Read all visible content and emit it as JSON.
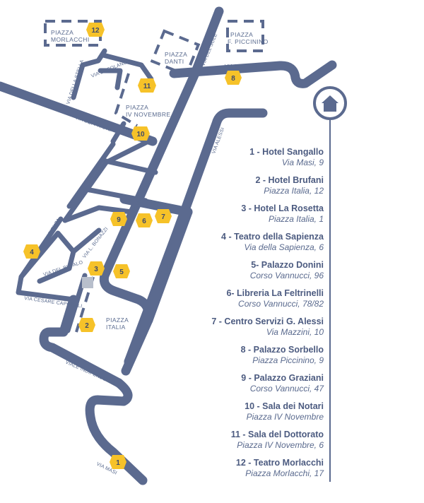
{
  "colors": {
    "road": "#5b6a8f",
    "marker": "#f6c229",
    "marker_text": "#3f4a6b",
    "text": "#4c5b80"
  },
  "icons": {
    "home": "home-icon"
  },
  "streets": {
    "via_del_sole": "VIA DEL SOLE",
    "via_bontempi": "VIA BONTEMPI",
    "via_dei_priori": "VIA DEI PRIORI",
    "via_della_stella": "VIA DELLA STELLA",
    "via_ercolano": "VIA ERCOLANO",
    "via_alessi": "VIA ALESSI",
    "corso_vannucci": "CORSO VANNUCCI",
    "via_mazzini": "VIA MAZZINI",
    "via_baglioni": "VIA BAGLIONI",
    "via_della_sapienza": "VIA DELLA SAPIENZA",
    "via_del_bufalo": "VIA DEL BUFALO",
    "via_l_bonazzi": "VIA L. BONAZZI",
    "via_cesare_caporali": "VIA CESARE CAPORALI",
    "viale_indipendenza": "VIALE INDIPENDENZA",
    "via_masi": "VIA MASI"
  },
  "piazze": {
    "morlacchi": [
      "PIAZZA",
      "MORLACCHI"
    ],
    "danti": [
      "PIAZZA",
      "DANTI"
    ],
    "piccinino": [
      "PIAZZA",
      "F. PICCININO"
    ],
    "iv_novembre": [
      "PIAZZA",
      "IV NOVEMBRE"
    ],
    "italia": [
      "PIAZZA",
      "ITALIA"
    ]
  },
  "markers": {
    "m1": "1",
    "m2": "2",
    "m3": "3",
    "m4": "4",
    "m5": "5",
    "m6": "6",
    "m7": "7",
    "m8": "8",
    "m9": "9",
    "m10": "10",
    "m11": "11",
    "m12": "12"
  },
  "legend": [
    {
      "name": "1 - Hotel Sangallo",
      "address": "Via Masi, 9"
    },
    {
      "name": "2 - Hotel Brufani",
      "address": "Piazza Italia, 12"
    },
    {
      "name": "3 - Hotel La Rosetta",
      "address": "Piazza Italia, 1"
    },
    {
      "name": "4 - Teatro della Sapienza",
      "address": "Via della Sapienza, 6"
    },
    {
      "name": "5- Palazzo Donini",
      "address": "Corso Vannucci, 96"
    },
    {
      "name": "6- Libreria La Feltrinelli",
      "address": "Corso Vannucci, 78/82"
    },
    {
      "name": "7 - Centro Servizi G. Alessi",
      "address": "Via Mazzini, 10"
    },
    {
      "name": "8 - Palazzo Sorbello",
      "address": "Piazza Piccinino, 9"
    },
    {
      "name": "9 - Palazzo Graziani",
      "address": "Corso Vannucci, 47"
    },
    {
      "name": "10 - Sala dei Notari",
      "address": "Piazza IV Novembre"
    },
    {
      "name": "11 - Sala del Dottorato",
      "address": "Piazza IV Novembre, 6"
    },
    {
      "name": "12 - Teatro Morlacchi",
      "address": "Piazza Morlacchi, 17"
    }
  ]
}
